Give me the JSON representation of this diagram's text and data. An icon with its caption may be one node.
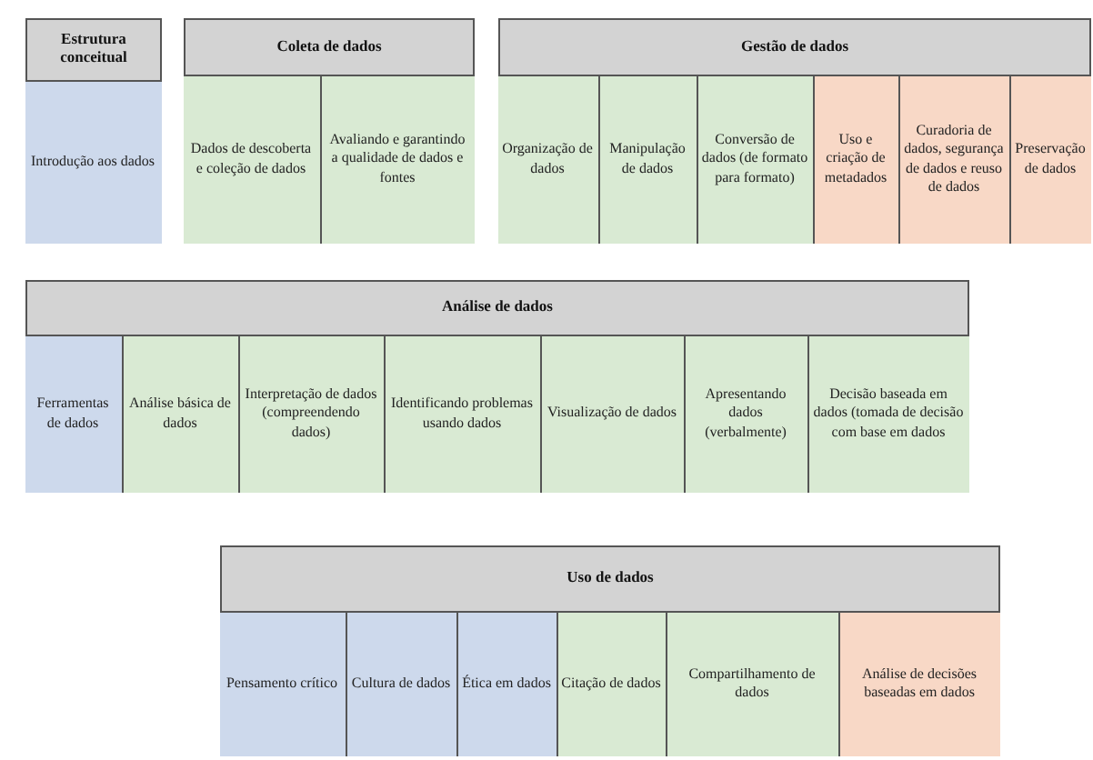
{
  "diagram": {
    "nodes": [
      {
        "text": [
          "Estrutura conceitual"
        ]
      },
      {
        "text": [
          "Introdução aos dados"
        ],
        "in": 0
      },
      {
        "text": [
          "Coleta de dados"
        ]
      },
      {
        "text": [
          "Dados de descoberta e coleção de dados"
        ],
        "in": 2
      },
      {
        "text": [
          "Avaliando e garantindo a qualidade de dados e fontes"
        ],
        "in": 2
      },
      {
        "text": [
          "Gestão de dados"
        ]
      },
      {
        "text": [
          "Organização de dados"
        ],
        "in": 5
      },
      {
        "text": [
          "Manipulação de dados"
        ],
        "in": 5
      },
      {
        "text": [
          "Conversão de dados (de formato para formato)"
        ],
        "in": 5
      },
      {
        "text": [
          "Uso e criação de metadados"
        ],
        "in": 5
      },
      {
        "text": [
          "Curadoria de dados, segurança de dados e reuso de dados"
        ],
        "in": 5
      },
      {
        "text": [
          "Preservação de dados"
        ],
        "in": 5
      },
      {
        "text": [
          "Análise de dados"
        ]
      },
      {
        "text": [
          "Ferramentas de dados"
        ],
        "in": 12
      },
      {
        "text": [
          "Análise básica de dados"
        ],
        "in": 12
      },
      {
        "text": [
          "Interpretação de dados (compreendendo dados)"
        ],
        "in": 12
      },
      {
        "text": [
          "Identificando problemas usando dados"
        ],
        "in": 12
      },
      {
        "text": [
          "Visualização de dados"
        ],
        "in": 12
      },
      {
        "text": [
          "Apresentando dados (verbalmente)"
        ],
        "in": 12
      },
      {
        "text": [
          "Decisão baseada em dados (tomada de decisão com base em dados"
        ],
        "in": 12
      },
      {
        "text": [
          "Uso de dados"
        ]
      },
      {
        "text": [
          "Pensamento crítico"
        ],
        "in": 20
      },
      {
        "text": [
          "Cultura de dados"
        ],
        "in": 20
      },
      {
        "text": [
          "Ética em dados"
        ],
        "in": 20
      },
      {
        "text": [
          "Citação de dados"
        ],
        "in": 20
      },
      {
        "text": [
          "Compartilhamento de dados"
        ],
        "in": 20
      },
      {
        "text": [
          "Análise de decisões baseadas em dados"
        ],
        "in": 20
      }
    ]
  }
}
